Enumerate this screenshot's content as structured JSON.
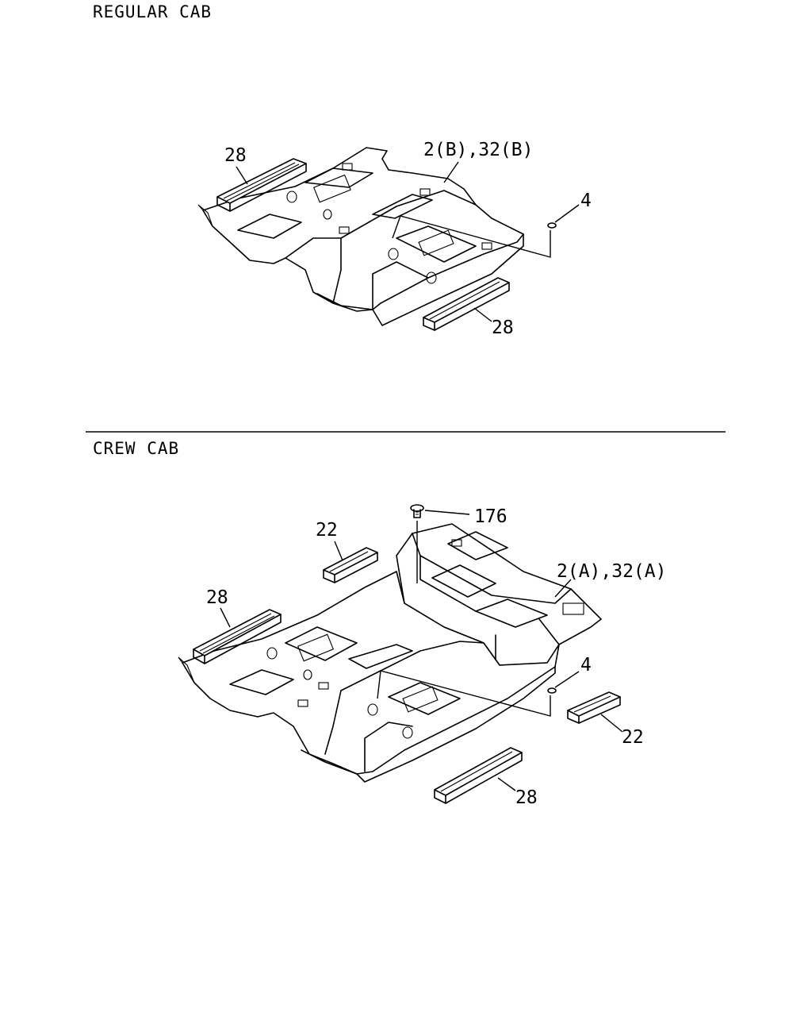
{
  "sections": {
    "regular": {
      "title": "REGULAR CAB",
      "callouts": {
        "sill_left": "28",
        "carpet": "2(B),32(B)",
        "clip": "4",
        "sill_right": "28"
      }
    },
    "crew": {
      "title": "CREW CAB",
      "callouts": {
        "fastener": "176",
        "rear_sill_left": "22",
        "sill_left": "28",
        "carpet": "2(A),32(A)",
        "clip": "4",
        "rear_sill_right": "22",
        "sill_right": "28"
      }
    }
  },
  "colors": {
    "ink": "#000000",
    "paper": "#ffffff"
  }
}
